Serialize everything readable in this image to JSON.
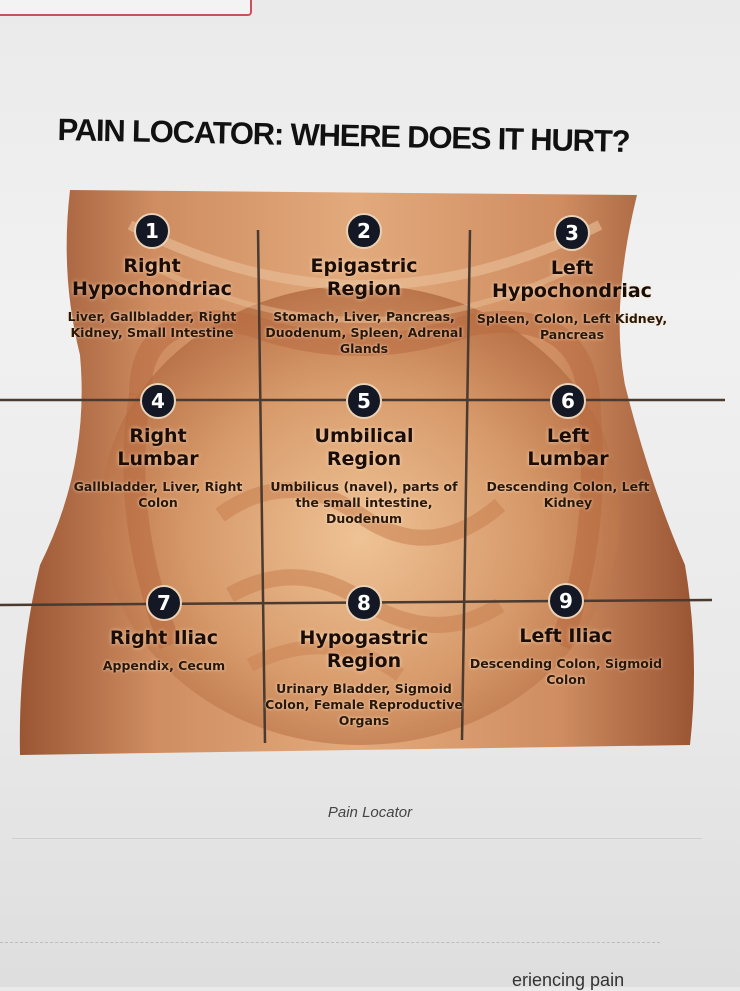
{
  "title": "PAIN LOCATOR: WHERE DOES IT HURT?",
  "regions": [
    {
      "number": "1",
      "name_line1": "Right",
      "name_line2": "Hypochondriac",
      "organs": "Liver, Gallbladder, Right Kidney, Small Intestine"
    },
    {
      "number": "2",
      "name_line1": "Epigastric",
      "name_line2": "Region",
      "organs": "Stomach, Liver, Pancreas, Duodenum, Spleen, Adrenal Glands"
    },
    {
      "number": "3",
      "name_line1": "Left",
      "name_line2": "Hypochondriac",
      "organs": "Spleen, Colon, Left Kidney, Pancreas"
    },
    {
      "number": "4",
      "name_line1": "Right",
      "name_line2": "Lumbar",
      "organs": "Gallbladder, Liver, Right Colon"
    },
    {
      "number": "5",
      "name_line1": "Umbilical",
      "name_line2": "Region",
      "organs": "Umbilicus (navel), parts of the small intestine, Duodenum"
    },
    {
      "number": "6",
      "name_line1": "Left",
      "name_line2": "Lumbar",
      "organs": "Descending Colon, Left Kidney"
    },
    {
      "number": "7",
      "name_line1": "Right Iliac",
      "name_line2": "",
      "organs": "Appendix, Cecum"
    },
    {
      "number": "8",
      "name_line1": "Hypogastric",
      "name_line2": "Region",
      "organs": "Urinary Bladder, Sigmoid Colon, Female Reproductive Organs"
    },
    {
      "number": "9",
      "name_line1": "Left Iliac",
      "name_line2": "",
      "organs": "Descending Colon, Sigmoid Colon"
    }
  ],
  "caption": "Pain Locator",
  "bottom_text": "eriencing pain",
  "colors": {
    "skin": "#c07a4f",
    "skin_dark": "#8a4a2a",
    "grid_line": "#4a3a30",
    "badge": "#141824"
  }
}
